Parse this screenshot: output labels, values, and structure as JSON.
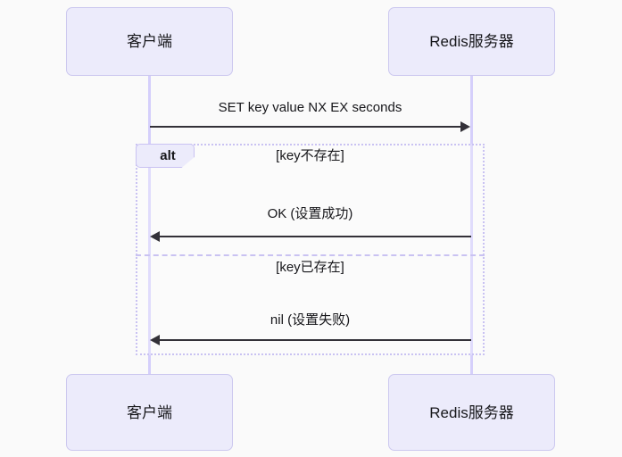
{
  "diagram": {
    "type": "sequence-diagram",
    "background_color": "#fafafa",
    "actor_fill_color": "#ecebfb",
    "actor_border_color": "#ccc8ef",
    "lifeline_color": "#d5cffb",
    "frame_border_color": "#c9c2f2",
    "arrow_color": "#333138",
    "text_color": "#16161a"
  },
  "actors": [
    {
      "id": "client",
      "label": "客户端"
    },
    {
      "id": "redis",
      "label": "Redis服务器"
    }
  ],
  "fragment": {
    "keyword": "alt",
    "conditions": [
      "[key不存在]",
      "[key已存在]"
    ]
  },
  "messages": [
    {
      "label": "SET key value NX EX seconds",
      "from": "client",
      "to": "redis",
      "direction": "right",
      "style": "solid"
    },
    {
      "label": "OK (设置成功)",
      "from": "redis",
      "to": "client",
      "direction": "left",
      "style": "solid"
    },
    {
      "label": "nil (设置失败)",
      "from": "redis",
      "to": "client",
      "direction": "left",
      "style": "solid"
    }
  ]
}
